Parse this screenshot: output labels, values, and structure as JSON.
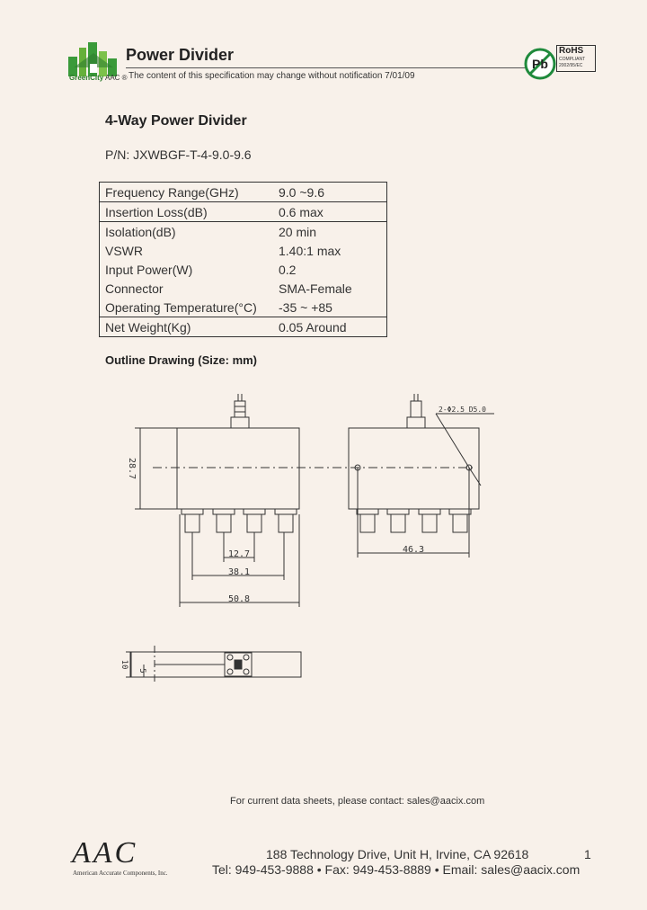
{
  "header": {
    "title": "Power Divider",
    "notice": "The content of this specification may change without notification 7/01/09",
    "logo_text": "GreenCity",
    "logo_brand": "AAC ®"
  },
  "badges": {
    "pb": "Pb",
    "rohs_title": "RoHS",
    "rohs_compliant": "COMPLIANT",
    "rohs_directive": "2002/95/EC"
  },
  "product": {
    "heading": "4-Way Power Divider",
    "part_number": "P/N: JXWBGF-T-4-9.0-9.6"
  },
  "specs": [
    {
      "param": "Frequency Range(GHz)",
      "value": "9.0 ~9.6"
    },
    {
      "param": "Insertion Loss(dB)",
      "value": "0.6 max"
    },
    {
      "param": "Isolation(dB)",
      "value": "20 min"
    },
    {
      "param": "VSWR",
      "value": "1.40:1 max"
    },
    {
      "param": "Input Power(W)",
      "value": "0.2"
    },
    {
      "param": "Connector",
      "value": "SMA-Female"
    },
    {
      "param": "Operating Temperature(°C)",
      "value": "-35 ~ +85"
    },
    {
      "param": "Net Weight(Kg)",
      "value": "0.05 Around"
    }
  ],
  "outline": {
    "heading": "Outline Drawing (Size: mm)",
    "dims": {
      "height": "28.7",
      "pitch": "12.7",
      "span": "38.1",
      "length": "50.8",
      "holes_span": "46.3",
      "holes": "2-Φ2.5 D5.0",
      "thickness": "10",
      "half": "5"
    }
  },
  "footer": {
    "contact_line": "For current data sheets, please contact: sales@aacix.com",
    "address": "188 Technology Drive, Unit H, Irvine, CA 92618",
    "contact_details": "Tel: 949-453-9888 • Fax: 949-453-8889 • Email: sales@aacix.com",
    "page": "1",
    "wordmark": "AAC",
    "company": "American Accurate Components, Inc."
  },
  "colors": {
    "background": "#f8f1ea",
    "logo_green": "#2e7d2e",
    "pb_green": "#1f8a3c"
  }
}
